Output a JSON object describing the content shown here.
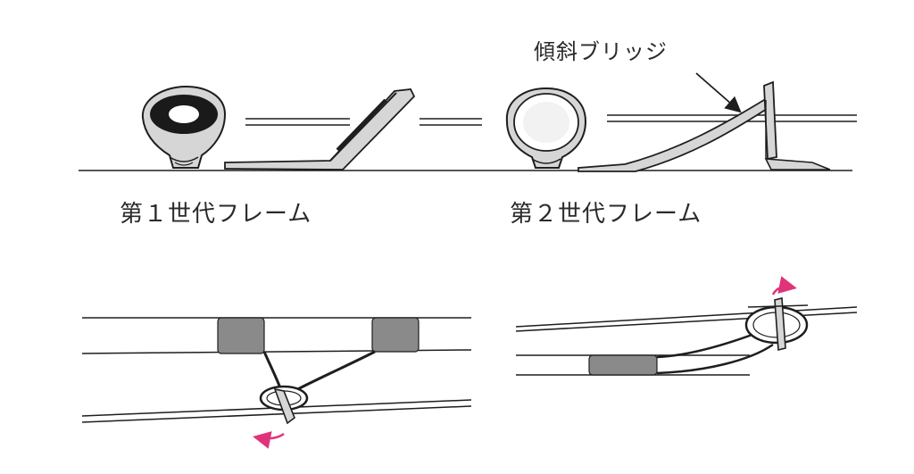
{
  "labels": {
    "gen1": "第１世代フレーム",
    "gen2": "第２世代フレーム",
    "bridge": "傾斜ブリッジ"
  },
  "colors": {
    "line": "#1e1e1e",
    "shade_dark": "#1a1a1a",
    "shade_gray": "#8a8a8a",
    "shade_light": "#d6d6d6",
    "accent": "#e0337a"
  }
}
